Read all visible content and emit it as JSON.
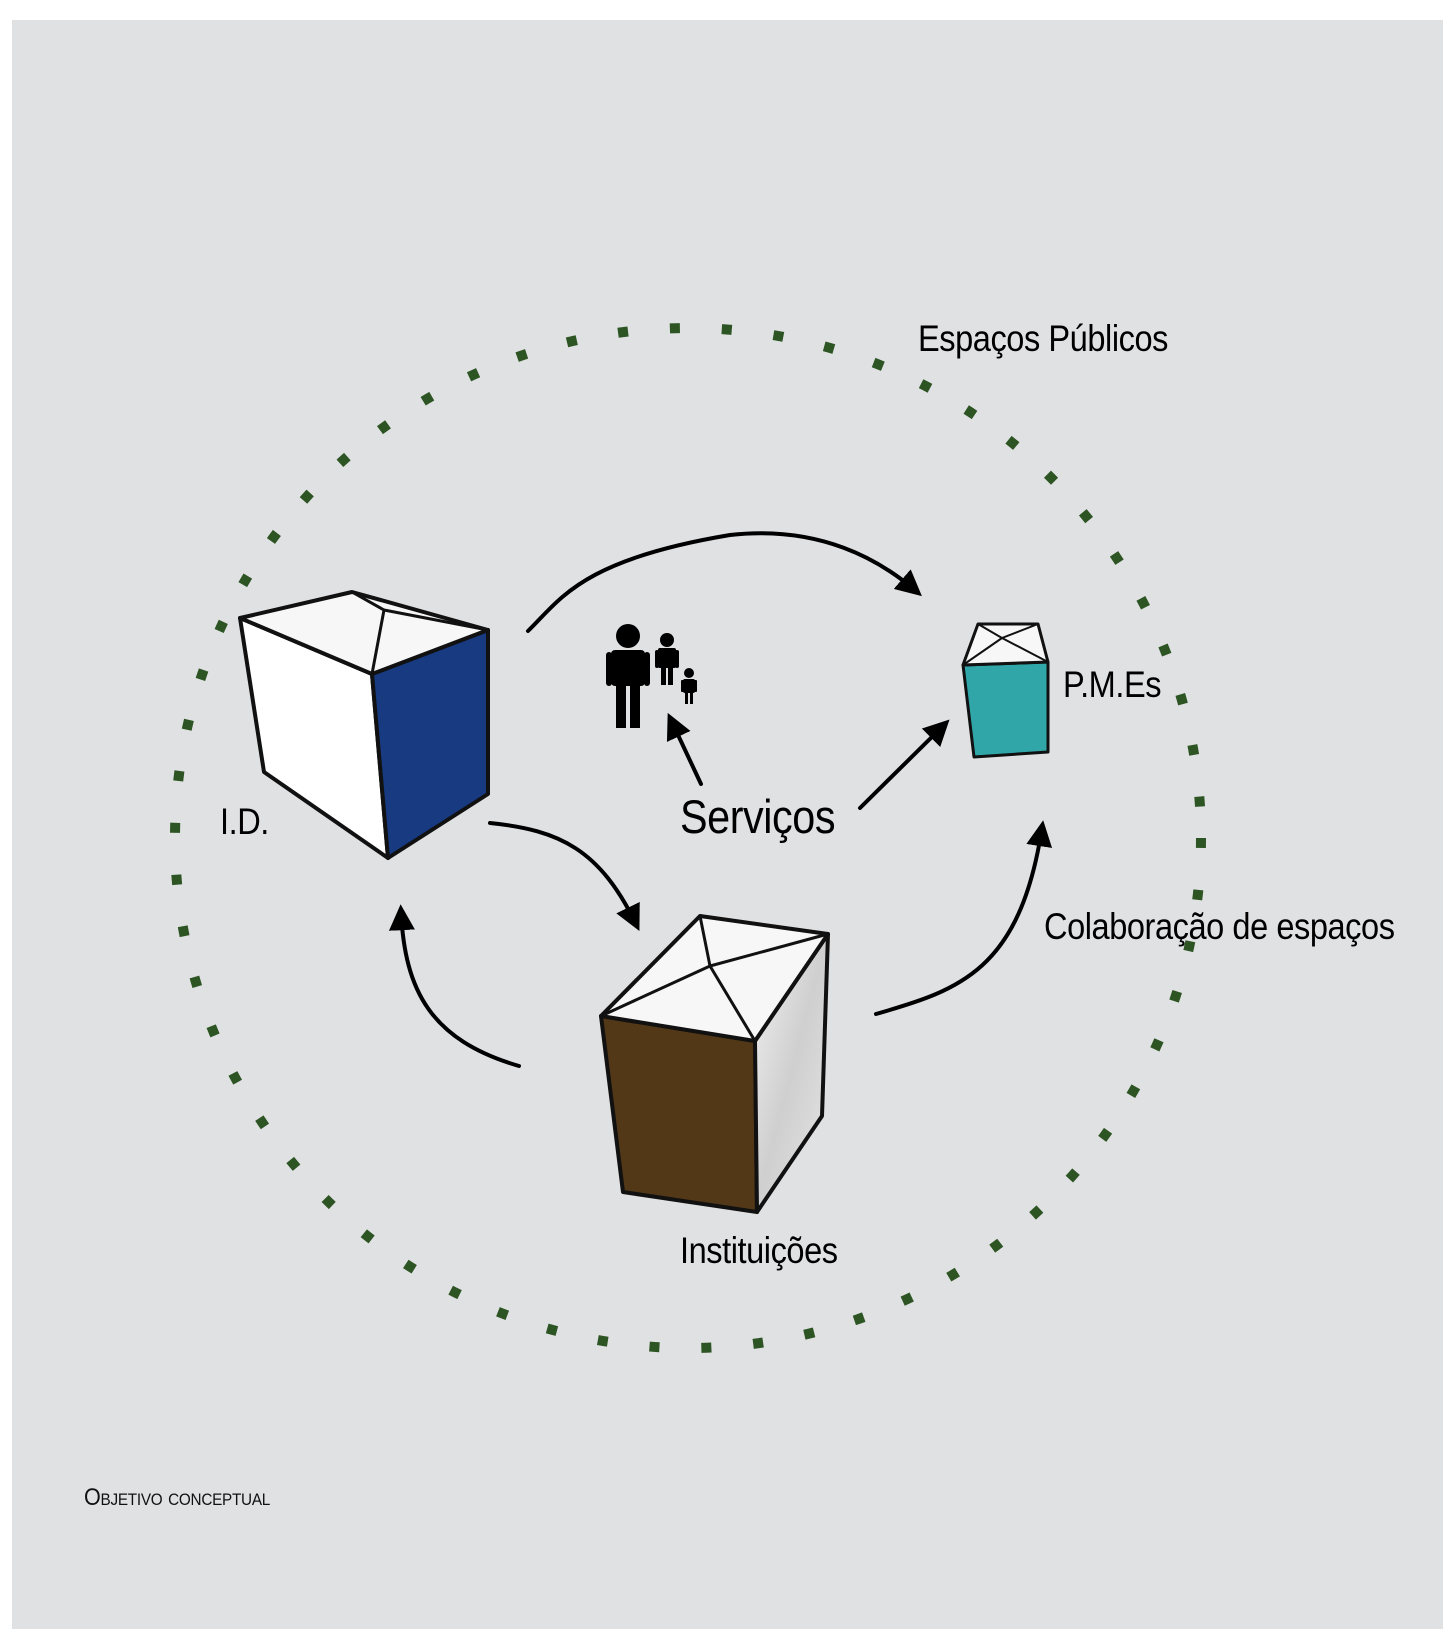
{
  "labels": {
    "public_spaces": "Espaços Públicos",
    "smes": "P.M.Es",
    "rd": "I.D.",
    "services": "Serviços",
    "space_collaboration": "Colaboração de espaços",
    "institutions": "Instituições"
  },
  "caption": "Objetivo conceptual",
  "colors": {
    "background": "#e0e1e3",
    "dotted_ring": "#2d5423",
    "rd_cube_side": "#173a81",
    "smes_cube_side": "#31a6a8",
    "institutions_cube_front": "#523816",
    "arrows": "#000000"
  },
  "icons": [
    "people-family-icon"
  ]
}
